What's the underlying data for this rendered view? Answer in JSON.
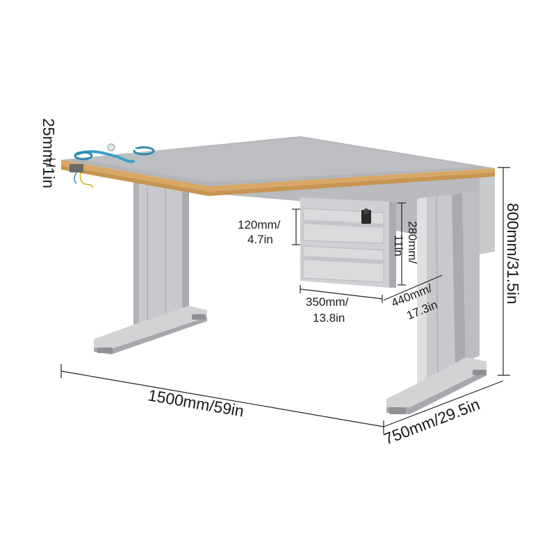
{
  "product": {
    "name": "workbench-desk-with-drawer-unit",
    "colors": {
      "top": "#b3b5b8",
      "top_highlight": "#c3c5c8",
      "edge": "#d9a866",
      "frame": "#c8c9cc",
      "frame_dark": "#a9abae",
      "frame_light": "#dedfe1",
      "foot": "#a0a2a5",
      "wrist_strap": "#3aa0c8",
      "dimension_line": "#222222"
    }
  },
  "dimensions": {
    "top_thickness": {
      "line1": "25mm/",
      "line2": "1in"
    },
    "drawer_height": {
      "line1": "120mm/",
      "line2": "4.7in"
    },
    "cabinet_height": {
      "line1": "280mm/",
      "line2": "11in"
    },
    "cabinet_width": {
      "line1": "350mm/",
      "line2": "13.8in"
    },
    "cabinet_depth": {
      "line1": "440mm/",
      "line2": "17.3in"
    },
    "desk_height": "800mm/31.5in",
    "desk_width": "1500mm/59in",
    "desk_depth": "750mm/29.5in"
  }
}
